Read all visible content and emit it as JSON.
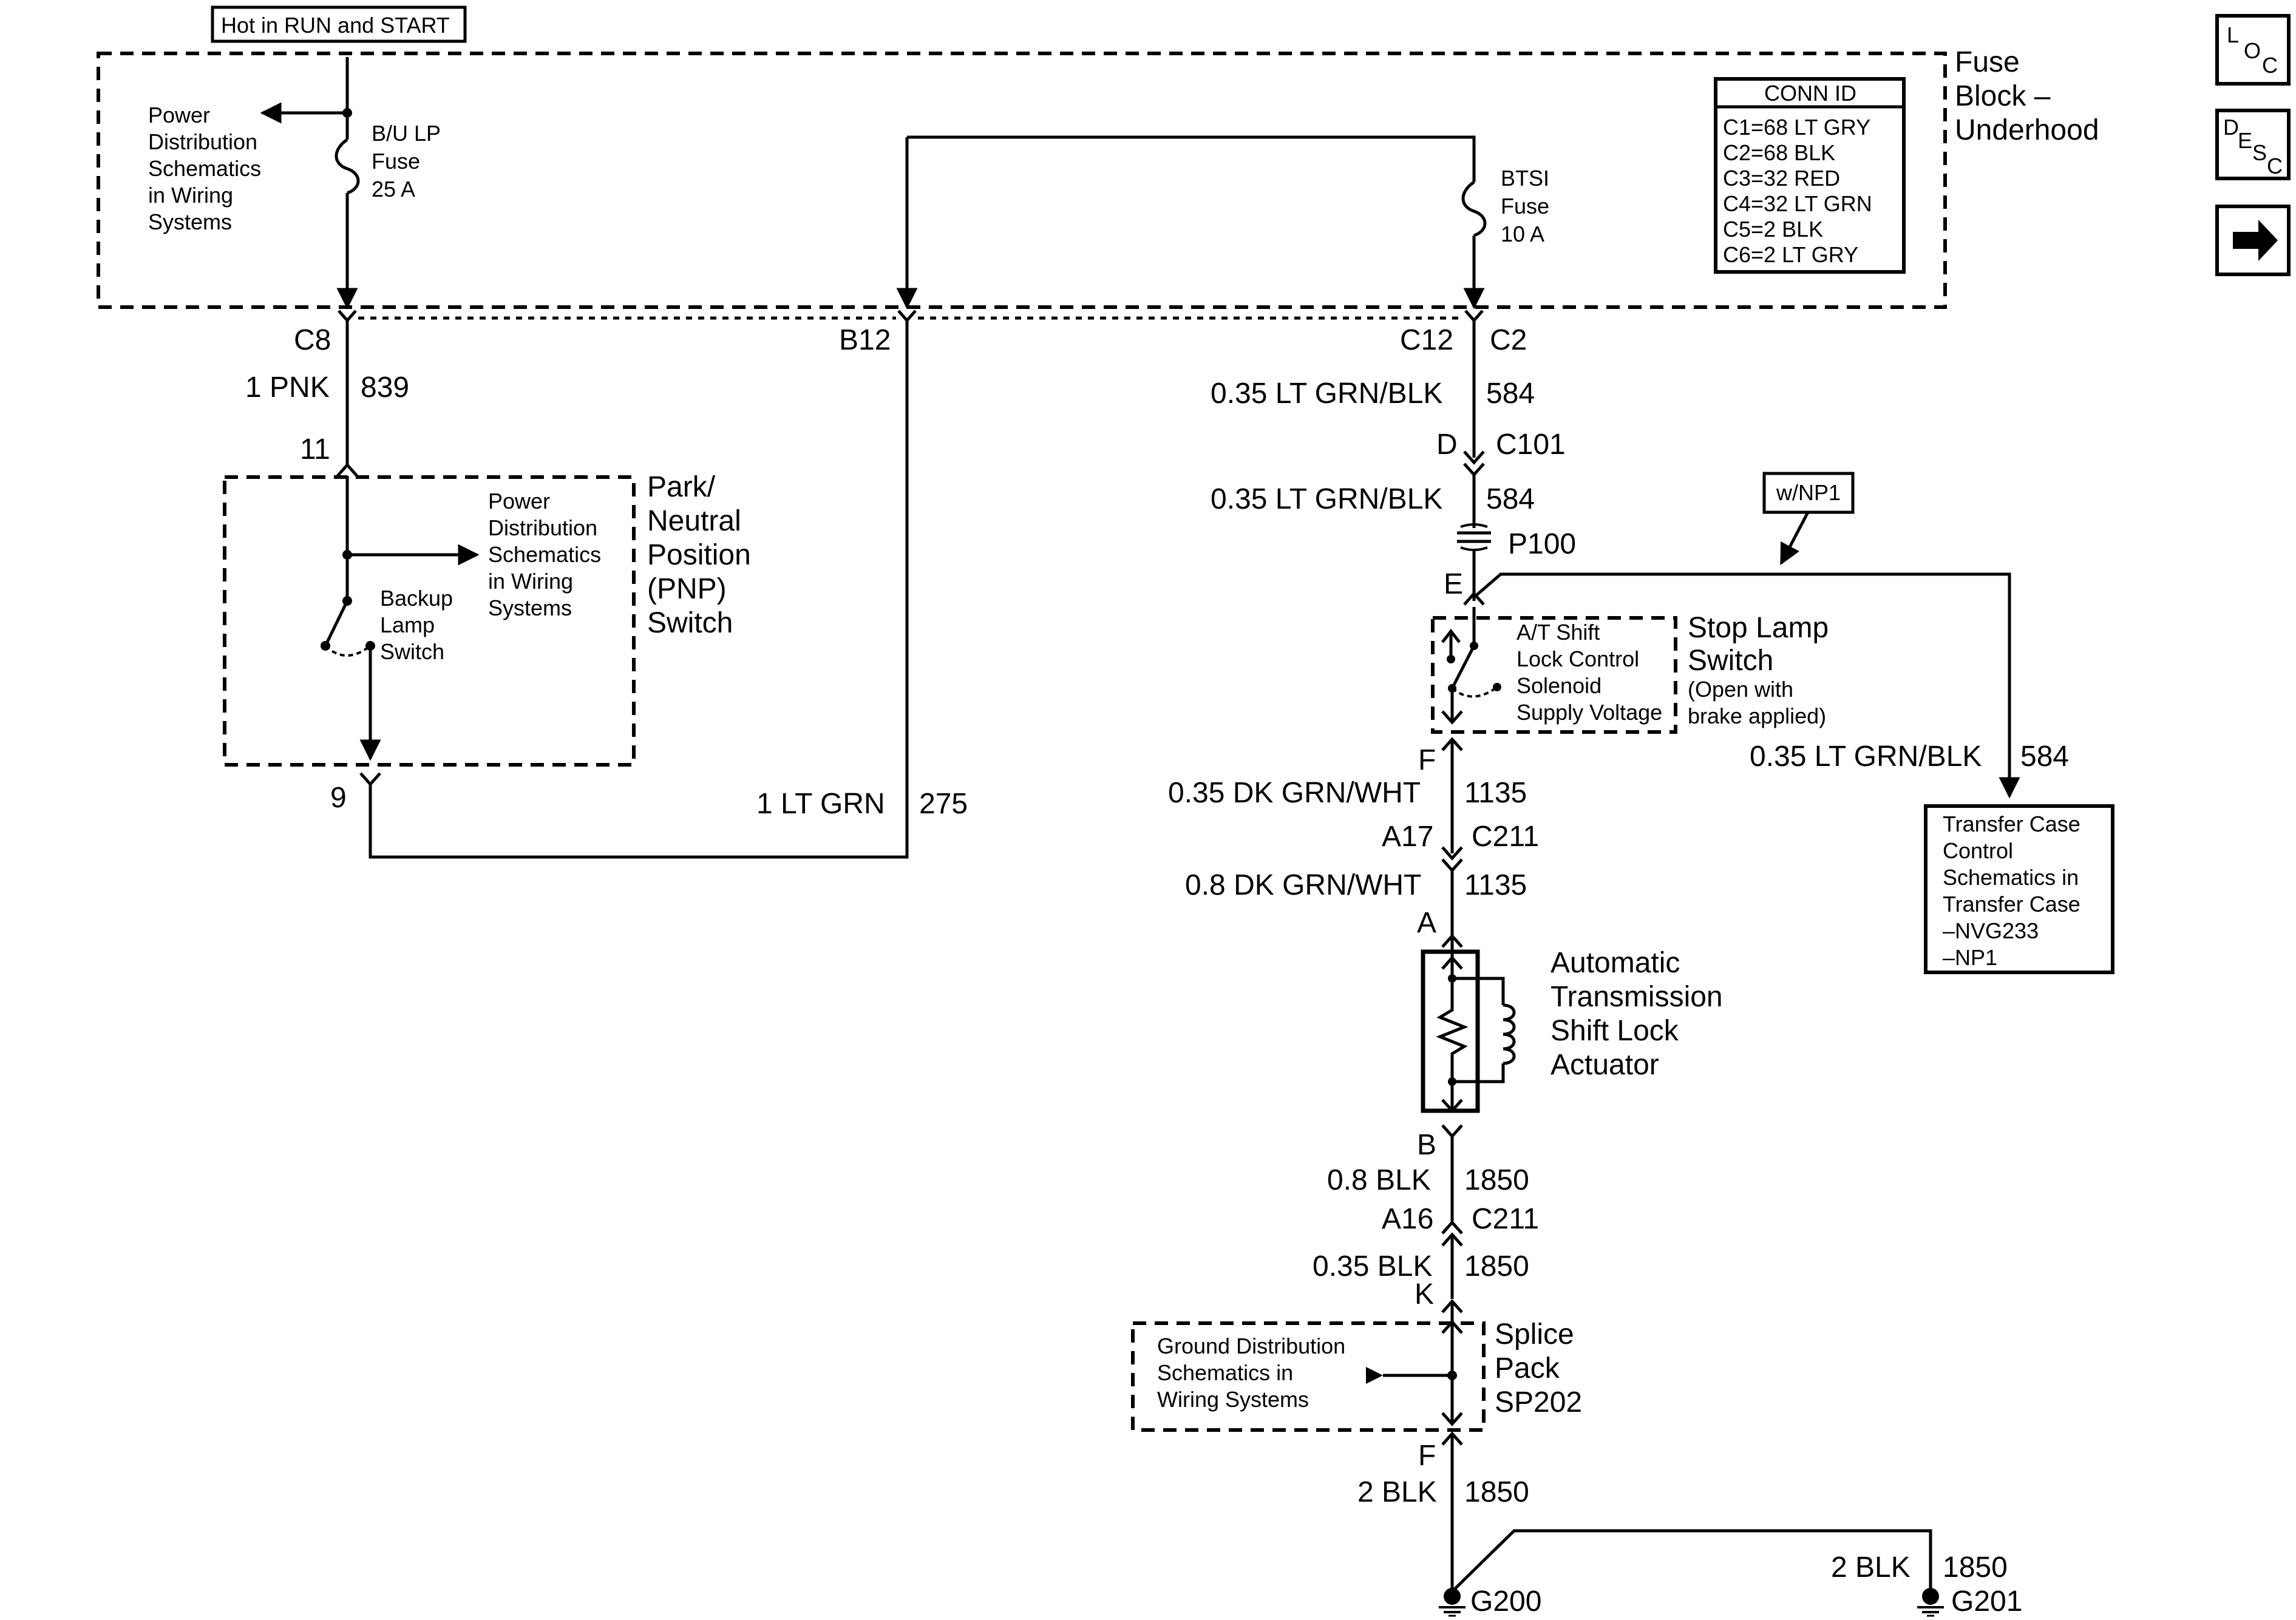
{
  "header": {
    "hot_label": "Hot in RUN and START"
  },
  "nav": {
    "loc": [
      "L",
      "O",
      "C"
    ],
    "desc": [
      "D",
      "E",
      "S",
      "C"
    ]
  },
  "fuse_block": {
    "title": [
      "Fuse",
      "Block –",
      "Underhood"
    ],
    "power_dist": [
      "Power",
      "Distribution",
      "Schematics",
      "in Wiring",
      "Systems"
    ],
    "bu_fuse": [
      "B/U LP",
      "Fuse",
      "25 A"
    ],
    "btsi_fuse": [
      "BTSI",
      "Fuse",
      "10 A"
    ],
    "conn_id": {
      "title": "CONN ID",
      "rows": [
        "C1=68 LT GRY",
        "C2=68 BLK",
        "C3=32 RED",
        "C4=32 LT GRN",
        "C5=2 BLK",
        "C6=2 LT GRY"
      ]
    }
  },
  "left_circuit": {
    "c8": "C8",
    "wire1": "1 PNK",
    "ckt1": "839",
    "pin11": "11",
    "pin9": "9",
    "b12": "B12",
    "wire2": "1 LT GRN",
    "ckt2": "275",
    "pnp_title": [
      "Park/",
      "Neutral",
      "Position",
      "(PNP)",
      "Switch"
    ],
    "pnp_power": [
      "Power",
      "Distribution",
      "Schematics",
      "in Wiring",
      "Systems"
    ],
    "backup": [
      "Backup",
      "Lamp",
      "Switch"
    ]
  },
  "right_circuit": {
    "c12": "C12",
    "c2": "C2",
    "wire584a": "0.35 LT GRN/BLK",
    "ckt584a": "584",
    "d": "D",
    "c101": "C101",
    "wire584b": "0.35 LT GRN/BLK",
    "ckt584b": "584",
    "p100": "P100",
    "e": "E",
    "wnp1": "w/NP1",
    "stop_lamp": [
      "Stop Lamp",
      "Switch"
    ],
    "stop_note": [
      "(Open with",
      "brake applied)"
    ],
    "at_shift": [
      "A/T Shift",
      "Lock Control",
      "Solenoid",
      "Supply Voltage"
    ],
    "wire584c": "0.35 LT GRN/BLK",
    "ckt584c": "584",
    "transfer": [
      "Transfer Case",
      "Control",
      "Schematics in",
      "Transfer Case",
      "–NVG233",
      "–NP1"
    ],
    "f1": "F",
    "wire1135a": "0.35 DK GRN/WHT",
    "ckt1135a": "1135",
    "a17": "A17",
    "c211a": "C211",
    "wire1135b": "0.8 DK GRN/WHT",
    "ckt1135b": "1135",
    "a": "A",
    "actuator": [
      "Automatic",
      "Transmission",
      "Shift Lock",
      "Actuator"
    ],
    "b": "B",
    "wire1850a": "0.8 BLK",
    "ckt1850a": "1850",
    "a16": "A16",
    "c211b": "C211",
    "wire1850b": "0.35 BLK",
    "ckt1850b": "1850",
    "k": "K",
    "ground_dist": [
      "Ground Distribution",
      "Schematics in",
      "Wiring Systems"
    ],
    "splice": [
      "Splice",
      "Pack",
      "SP202"
    ],
    "f2": "F",
    "wire1850c": "2 BLK",
    "ckt1850c": "1850",
    "wire1850d": "2 BLK",
    "ckt1850d": "1850",
    "g200": "G200",
    "g201": "G201"
  }
}
